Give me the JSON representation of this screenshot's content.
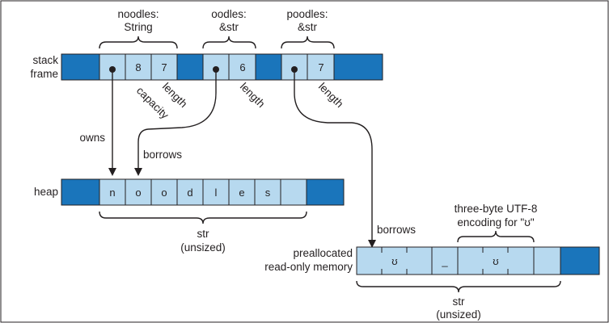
{
  "stack": {
    "row_label_line1": "stack",
    "row_label_line2": "frame",
    "noodles": {
      "name": "noodles:",
      "type": "String",
      "capacity": "8",
      "length": "7"
    },
    "oodles": {
      "name": "oodles:",
      "type": "&str",
      "length": "6"
    },
    "poodles": {
      "name": "poodles:",
      "type": "&str",
      "length": "7"
    },
    "field_labels": {
      "length": "length",
      "capacity": "capacity"
    }
  },
  "heap": {
    "row_label": "heap",
    "chars": [
      "n",
      "o",
      "o",
      "d",
      "l",
      "e",
      "s",
      ""
    ],
    "brace_line1": "str",
    "brace_line2": "(unsized)"
  },
  "arrows": {
    "owns": "owns",
    "borrows_heap": "borrows",
    "borrows_ro": "borrows"
  },
  "readonly": {
    "row_label_line1": "preallocated",
    "row_label_line2": "read-only memory",
    "glyph": "ʊ",
    "underscore": "_",
    "utf8_note_line1": "three-byte UTF-8",
    "utf8_note_line2": "encoding for \"ʊ\"",
    "brace_line1": "str",
    "brace_line2": "(unsized)"
  },
  "colors": {
    "block_blue": "#1a75bb",
    "cell_blue": "#b7d9ef",
    "outline": "#231f20"
  }
}
